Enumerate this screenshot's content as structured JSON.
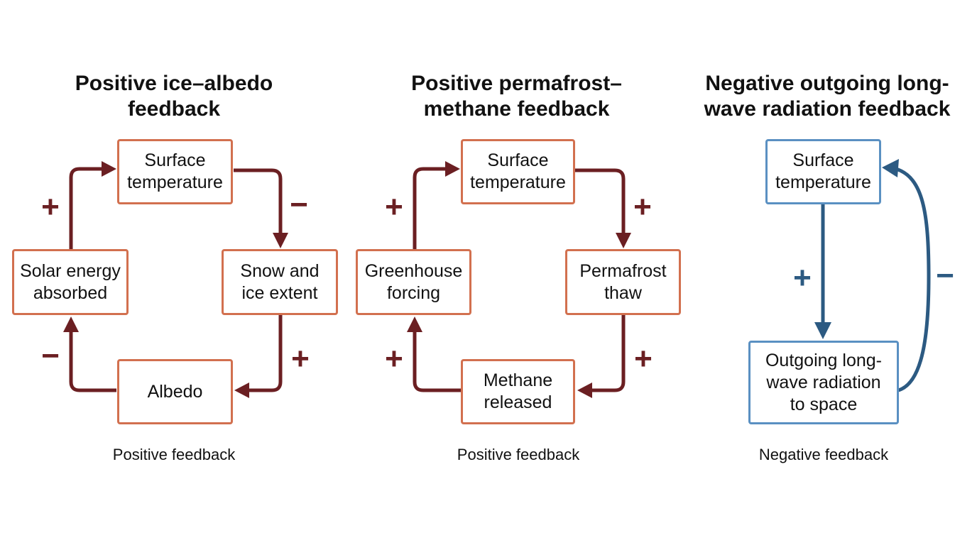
{
  "panels": [
    {
      "title": "Positive ice–albedo feedback",
      "caption": "Positive feedback",
      "nodes": {
        "top": "Surface\ntemperature",
        "right": "Snow and\nice extent",
        "bottom": "Albedo",
        "left": "Solar energy\nabsorbed"
      },
      "signs": {
        "top_left": "+",
        "top_right": "−",
        "bottom_right": "+",
        "bottom_left": "−"
      }
    },
    {
      "title": "Positive permafrost–methane feedback",
      "caption": "Positive feedback",
      "nodes": {
        "top": "Surface\ntemperature",
        "right": "Permafrost\nthaw",
        "bottom": "Methane\nreleased",
        "left": "Greenhouse\nforcing"
      },
      "signs": {
        "top_left": "+",
        "top_right": "+",
        "bottom_right": "+",
        "bottom_left": "+"
      }
    },
    {
      "title": "Negative outgoing long-wave radiation feedback",
      "caption": "Negative feedback",
      "nodes": {
        "top": "Surface\ntemperature",
        "bottom": "Outgoing long-\nwave radiation\nto space"
      },
      "signs": {
        "down": "+",
        "return": "−"
      }
    }
  ],
  "colors": {
    "positive_arrow": "#6b1f22",
    "negative_arrow": "#2c5a82",
    "positive_box_border": "#d2704f",
    "negative_box_border": "#5a90c2"
  }
}
